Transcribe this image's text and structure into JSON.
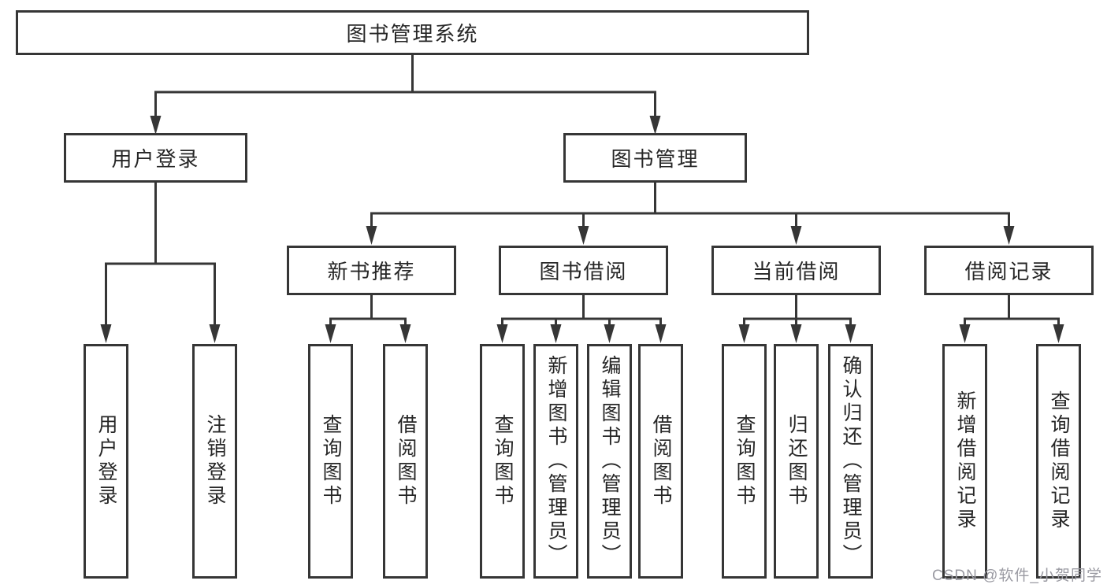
{
  "diagram": {
    "root": "图书管理系统",
    "level2": {
      "user_login": "用户登录",
      "book_mgmt": "图书管理"
    },
    "level3": {
      "new_books": "新书推荐",
      "book_borrow": "图书借阅",
      "current_borrow": "当前借阅",
      "borrow_records": "借阅记录"
    },
    "leaves": {
      "user_login": [
        "用户登录",
        "注销登录"
      ],
      "new_books": [
        "查询图书",
        "借阅图书"
      ],
      "book_borrow": [
        "查询图书",
        "新增图书（管理员）",
        "编辑图书（管理员）",
        "借阅图书"
      ],
      "current_borrow": [
        "查询图书",
        "归还图书",
        "确认归还（管理员）"
      ],
      "borrow_records": [
        "新增借阅记录",
        "查询借阅记录"
      ]
    }
  },
  "watermark": "CSDN @软件_小贺同学",
  "colors": {
    "line": "#363636",
    "box_border": "#363636",
    "box_fill": "#ffffff",
    "text": "#262626",
    "watermark": "#9a9aa2",
    "background": "#ffffff"
  }
}
